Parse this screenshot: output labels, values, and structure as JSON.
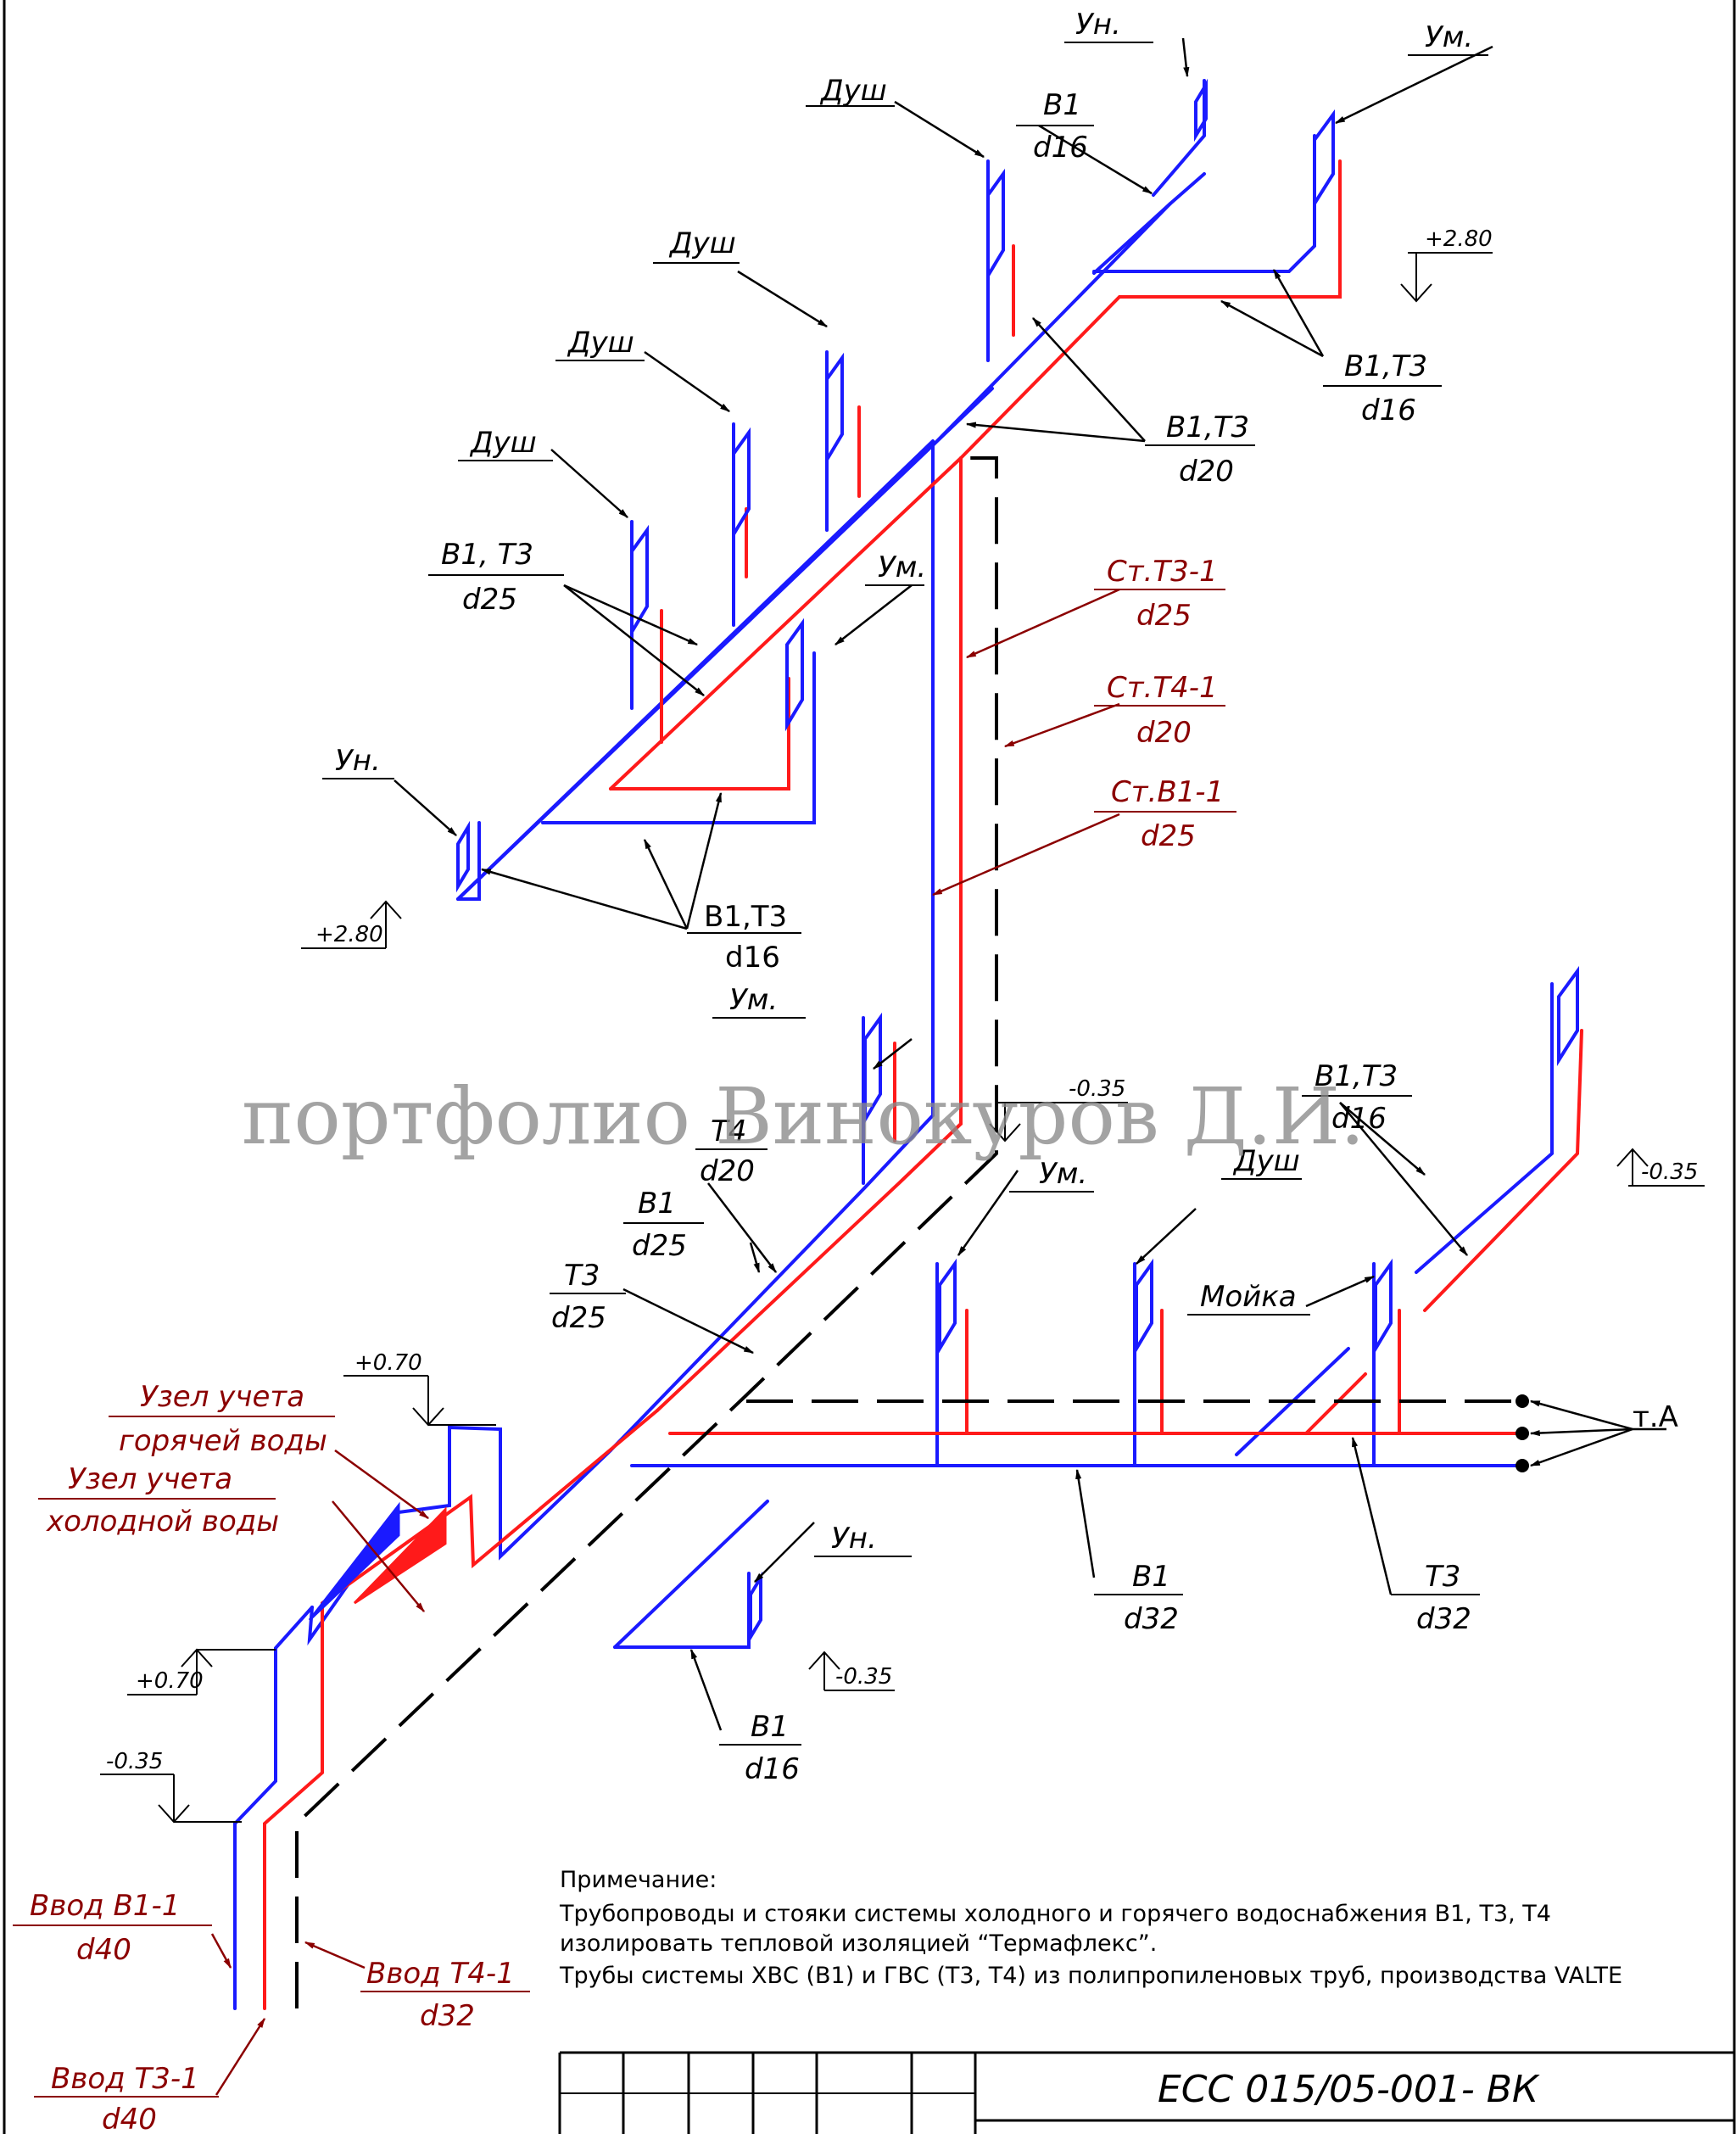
{
  "colors": {
    "cold_water": "#1a1aff",
    "hot_water": "#ff1a1a",
    "circulation": "#000000",
    "leader_dark": "#000000",
    "leader_red": "#8b0000",
    "frame": "#000000"
  },
  "fixtures": {
    "shower": "Душ",
    "sink": "Мойка",
    "washbasin": "Ум.",
    "toilet": "Ун."
  },
  "pipes": {
    "b1_d16": [
      "В1",
      "d16"
    ],
    "b1t3_d16": [
      "В1,Т3",
      "d16"
    ],
    "b1t3_d20": [
      "В1,Т3",
      "d20"
    ],
    "b1t3_d25": [
      "В1, Т3",
      "d25"
    ],
    "riser_t3": [
      "Ст.Т3-1",
      "d25"
    ],
    "riser_t4": [
      "Ст.Т4-1",
      "d20"
    ],
    "riser_b1": [
      "Ст.В1-1",
      "d25"
    ],
    "t4_d20": [
      "Т4",
      "d20"
    ],
    "b1_d25": [
      "В1",
      "d25"
    ],
    "t3_d25": [
      "Т3",
      "d25"
    ],
    "b1_d32": [
      "В1",
      "d32"
    ],
    "t3_d32": [
      "Т3",
      "d32"
    ],
    "b1t3_lower": [
      "В1,Т3",
      "d16"
    ]
  },
  "elevations": {
    "top_280": "+2.80",
    "mid_minus035": "-0.35",
    "plus070": "+0.70",
    "minus035": "-0.35"
  },
  "meters": {
    "hot": [
      "Узел учета",
      "горячей воды"
    ],
    "cold": [
      "Узел учета",
      "холодной воды"
    ]
  },
  "inlets": {
    "b1": [
      "Ввод В1-1",
      "d40"
    ],
    "t4": [
      "Ввод Т4-1",
      "d32"
    ],
    "t3": [
      "Ввод Т3-1",
      "d40"
    ]
  },
  "point_a": "т.А",
  "watermark": "портфолио Винокуров Д.И.",
  "note": {
    "title": "Примечание:",
    "line1": "Трубопроводы и стояки системы холодного и горячего водоснабжения  В1, Т3, Т4",
    "line2": "изолировать тепловой изоляцией “Термафлекс”.",
    "line3": "Трубы системы ХВС (В1) и ГВС (Т3, Т4) из полипропиленовых труб, производства VALTE"
  },
  "stamp_code": "ЕСС 015/05-001- ВК"
}
